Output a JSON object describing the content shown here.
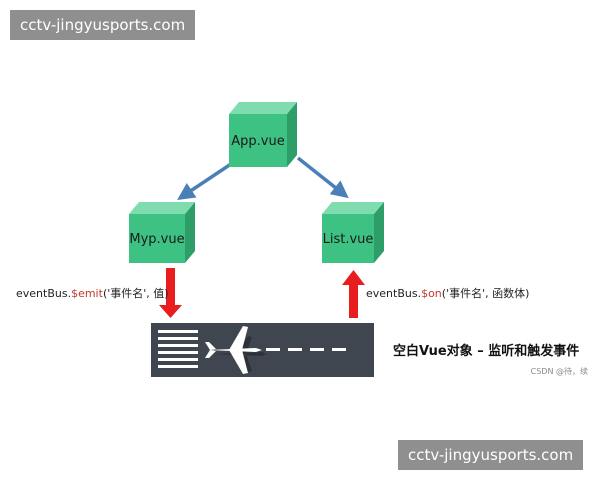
{
  "watermarks": {
    "top": "cctv-jingyusports.com",
    "bottom": "cctv-jingyusports.com"
  },
  "components": {
    "app": "App.vue",
    "myp": "Myp.vue",
    "list": "List.vue"
  },
  "events": {
    "emit_prefix": "eventBus.",
    "emit_method": "$emit",
    "emit_args": "('事件名', 值)",
    "on_prefix": "eventBus.",
    "on_method": "$on",
    "on_args": "('事件名', 函数体)"
  },
  "bus_title": "空白Vue对象 – 监听和触发事件",
  "credit": "CSDN @待，续",
  "colors": {
    "cube_front": "#3ec283",
    "cube_top": "#7fdcaf",
    "cube_side": "#2e9e69",
    "connector_arrow": "#4a7fb8",
    "event_arrow": "#e81e1e",
    "runway": "#3f4650",
    "runway_marking": "#ffffff"
  }
}
